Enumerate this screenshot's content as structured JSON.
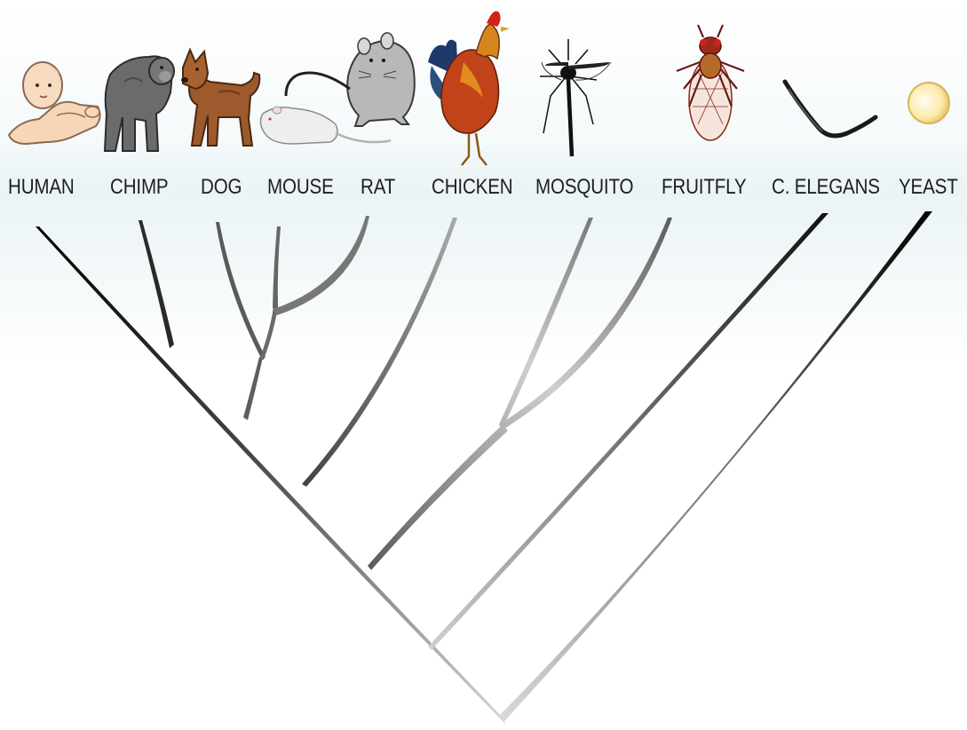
{
  "species": [
    {
      "id": "human",
      "label": "HUMAN",
      "icon": "baby-icon"
    },
    {
      "id": "chimp",
      "label": "CHIMP",
      "icon": "chimpanzee-icon"
    },
    {
      "id": "dog",
      "label": "DOG",
      "icon": "dog-icon"
    },
    {
      "id": "mouse",
      "label": "MOUSE",
      "icon": "mouse-icon"
    },
    {
      "id": "rat",
      "label": "RAT",
      "icon": "rat-icon"
    },
    {
      "id": "chicken",
      "label": "CHICKEN",
      "icon": "rooster-icon"
    },
    {
      "id": "mosquito",
      "label": "MOSQUITO",
      "icon": "mosquito-icon"
    },
    {
      "id": "fruitfly",
      "label": "FRUITFLY",
      "icon": "fruitfly-icon"
    },
    {
      "id": "celegans",
      "label": "C. ELEGANS",
      "icon": "worm-icon"
    },
    {
      "id": "yeast",
      "label": "YEAST",
      "icon": "yeast-cell-icon"
    }
  ],
  "colors": {
    "background_band": "#eaf3f5",
    "branch_dark": "#111111",
    "branch_light": "#c8c8c8",
    "label_text": "#1e1e1e"
  }
}
